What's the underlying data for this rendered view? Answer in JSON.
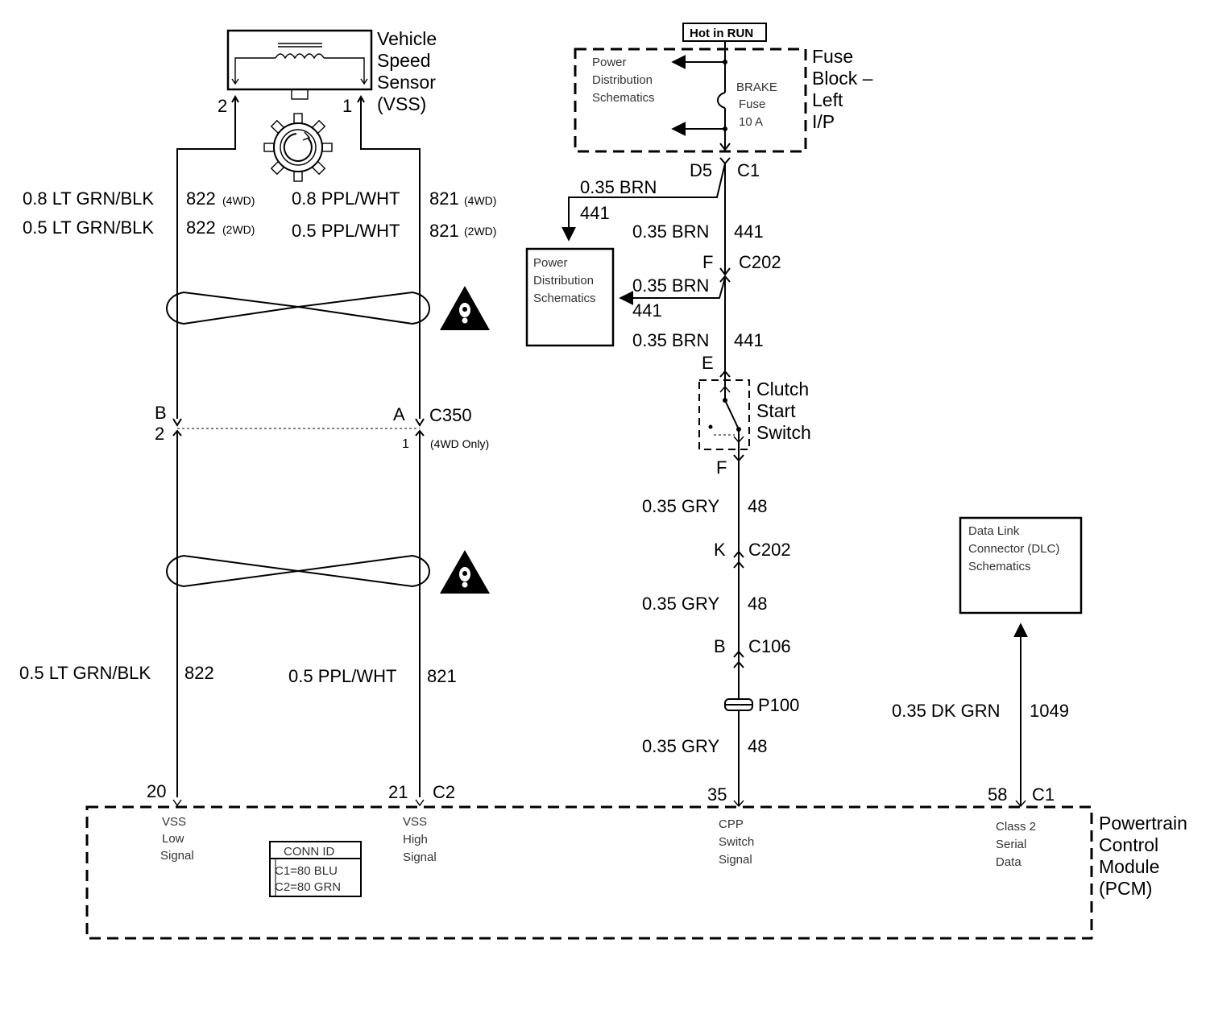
{
  "vss": {
    "title": [
      "Vehicle",
      "Speed",
      "Sensor",
      "(VSS)"
    ],
    "pin_left": "2",
    "pin_right": "1"
  },
  "left_wires": {
    "a_4wd": "0.8 LT GRN/BLK",
    "a_4wd_circuit": "822",
    "a_4wd_tag": "(4WD)",
    "a_2wd": "0.5 LT GRN/BLK",
    "a_2wd_circuit": "822",
    "a_2wd_tag": "(2WD)",
    "b_4wd": "0.8 PPL/WHT",
    "b_4wd_circuit": "821",
    "b_4wd_tag": "(4WD)",
    "b_2wd": "0.5 PPL/WHT",
    "b_2wd_circuit": "821",
    "b_2wd_tag": "(2WD)",
    "c350_pin_b": "B",
    "c350_pin_a": "A",
    "c350_name": "C350",
    "c350_pin_2": "2",
    "c350_pin_1": "1",
    "c350_note": "(4WD Only)",
    "low_wire": "0.5 LT GRN/BLK",
    "low_circuit": "822",
    "high_wire": "0.5 PPL/WHT",
    "high_circuit": "821"
  },
  "fuse_block": {
    "badge": "Hot in RUN",
    "inner_label": [
      "Power",
      "Distribution",
      "Schematics"
    ],
    "fuse": [
      "BRAKE",
      "Fuse",
      "10 A"
    ],
    "title": [
      "Fuse",
      "Block –",
      "Left",
      "I/P"
    ],
    "d5": "D5",
    "c1": "C1"
  },
  "brake_circuit": {
    "branch_wire": "0.35 BRN",
    "branch_circuit": "441",
    "wire1": "0.35 BRN",
    "circuit1": "441",
    "c202_f": "F",
    "c202_name": "C202",
    "branch2_wire": "0.35 BRN",
    "branch2_circuit": "441",
    "wire2": "0.35 BRN",
    "circuit2": "441",
    "pdist_box": [
      "Power",
      "Distribution",
      "Schematics"
    ],
    "e_pin": "E"
  },
  "clutch_switch": {
    "title": [
      "Clutch",
      "Start",
      "Switch"
    ],
    "f_pin": "F"
  },
  "cpp_circuit": {
    "wire1": "0.35 GRY",
    "circuit1": "48",
    "k_pin": "K",
    "k_conn": "C202",
    "wire2": "0.35 GRY",
    "circuit2": "48",
    "b_pin": "B",
    "b_conn": "C106",
    "splice": "P100",
    "wire3": "0.35 GRY",
    "circuit3": "48"
  },
  "dlc": {
    "box": [
      "Data Link",
      "Connector (DLC)",
      "Schematics"
    ],
    "wire": "0.35 DK GRN",
    "circuit": "1049"
  },
  "pcm": {
    "title": [
      "Powertrain",
      "Control",
      "Module",
      "(PCM)"
    ],
    "pin20": "20",
    "pin21": "21",
    "c2": "C2",
    "pin35": "35",
    "pin58": "58",
    "c1": "C1",
    "vss_low": [
      "VSS",
      "Low",
      "Signal"
    ],
    "vss_high": [
      "VSS",
      "High",
      "Signal"
    ],
    "cpp": [
      "CPP",
      "Switch",
      "Signal"
    ],
    "class2": [
      "Class 2",
      "Serial",
      "Data"
    ],
    "conn_id_title": "CONN ID",
    "conn_id_c1": "C1=80 BLU",
    "conn_id_c2": "C2=80 GRN"
  },
  "icons": [
    "warning-icon",
    "reluctor-wheel-icon",
    "fuse-icon",
    "switch-icon",
    "splice-icon",
    "arrow-icon"
  ]
}
